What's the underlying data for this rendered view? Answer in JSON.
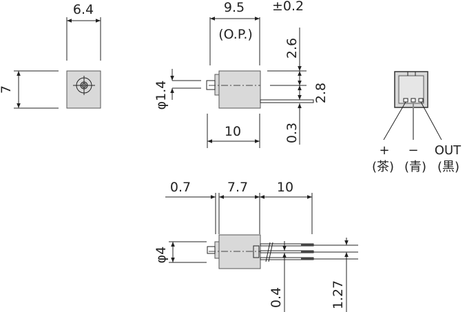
{
  "front_view": {
    "width_dim": "6.4",
    "height_dim": "7"
  },
  "side_view": {
    "length_dim": "9.5",
    "tolerance": "±0.2",
    "note": "(O.P.)",
    "shaft_dia_dim": "φ1.4",
    "body_length_dim": "10",
    "top_offset_dim": "2.6",
    "lead_offset_dim": "2.8",
    "lead_thickness_dim": "0.3"
  },
  "bottom_view": {
    "flange_dim": "0.7",
    "body_dim": "7.7",
    "lead_dim": "10",
    "dia_dim": "φ4",
    "lead_width_dim": "0.4",
    "pitch_dim": "1.27"
  },
  "pinout": {
    "pins": [
      {
        "sign": "+",
        "color": "(茶)"
      },
      {
        "sign": "−",
        "color": "(青)"
      },
      {
        "sign": "OUT",
        "color": "(黒)"
      }
    ]
  },
  "colors": {
    "body_fill": "#d9d9d9",
    "line": "#222222"
  }
}
